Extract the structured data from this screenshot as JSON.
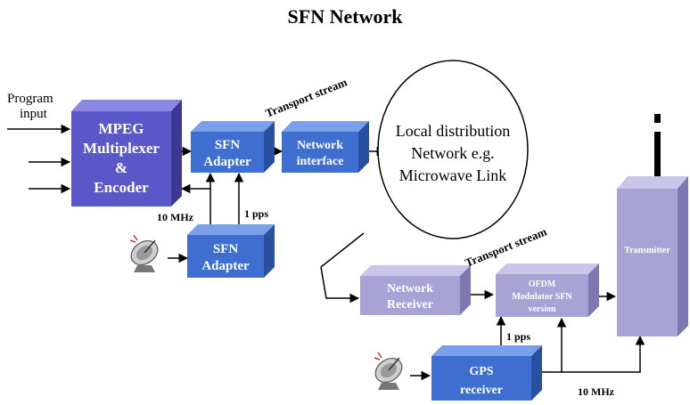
{
  "title": "SFN Network",
  "labels": {
    "program_input": [
      "Program",
      "input"
    ],
    "transport_stream_top": "Transport stream",
    "transport_stream_bottom": "Transport stream",
    "ten_mhz_top": "10 MHz",
    "one_pps_top": "1 pps",
    "one_pps_bottom": "1 pps",
    "ten_mhz_bottom": "10 MHz"
  },
  "boxes": {
    "mpeg": [
      "MPEG",
      "Multiplexer",
      "&",
      "Encoder"
    ],
    "sfn_adapter_top": [
      "SFN",
      "Adapter"
    ],
    "network_interface": [
      "Network",
      "interface"
    ],
    "sfn_adapter_bottom": [
      "SFN",
      "Adapter"
    ],
    "network_receiver": [
      "Network",
      "Receiver"
    ],
    "ofdm": [
      "OFDM",
      "Modulator SFN",
      "version"
    ],
    "gps": [
      "GPS",
      "receiver"
    ],
    "transmitter": [
      "Transmitter"
    ]
  },
  "cloud": [
    "Local distribution",
    "Network e.g.",
    "Microwave Link"
  ],
  "colors": {
    "dark_front": "#5a58c8",
    "dark_top": "#8a88e0",
    "dark_side": "#3a3890",
    "mid_front": "#3e6fd0",
    "mid_top": "#7aa0ea",
    "mid_side": "#2a4f9e",
    "light_front": "#a7a3d4",
    "light_top": "#c9c6ea",
    "light_side": "#7d79b0"
  }
}
